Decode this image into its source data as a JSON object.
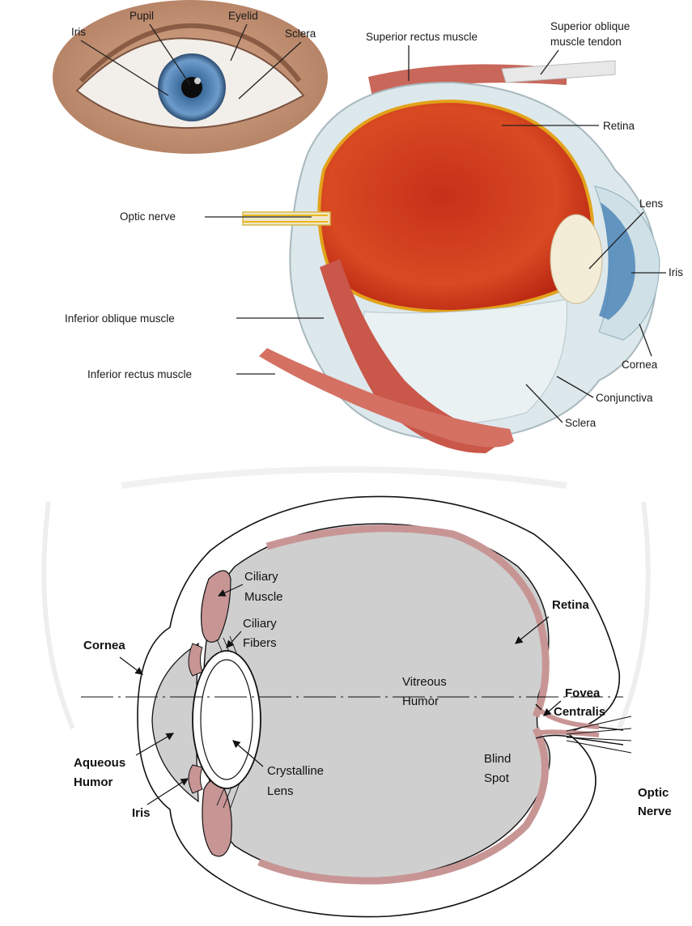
{
  "colors": {
    "eyeball_red": "#d4361c",
    "sclera_white": "#e4ecef",
    "muscle_red": "#c95a4a",
    "iris_blue": "#4f86b8",
    "humor_gray": "#cfcfcf",
    "retina_pink": "#c99a9a",
    "outline": "#111111"
  },
  "top_illustration": {
    "closeup_labels": {
      "iris": "Iris",
      "pupil": "Pupil",
      "eyelid": "Eyelid",
      "sclera": "Sclera"
    },
    "cutaway_labels": {
      "superior_rectus": "Superior rectus muscle",
      "superior_oblique_1": "Superior oblique",
      "superior_oblique_2": "muscle tendon",
      "retina": "Retina",
      "optic_nerve": "Optic nerve",
      "lens": "Lens",
      "iris": "Iris",
      "inferior_oblique": "Inferior oblique muscle",
      "inferior_rectus": "Inferior rectus muscle",
      "cornea": "Cornea",
      "conjunctiva": "Conjunctiva",
      "sclera": "Sclera"
    }
  },
  "bottom_diagram": {
    "labels": {
      "ciliary_muscle_1": "Ciliary",
      "ciliary_muscle_2": "Muscle",
      "ciliary_fibers_1": "Ciliary",
      "ciliary_fibers_2": "Fibers",
      "retina": "Retina",
      "cornea": "Cornea",
      "vitreous_1": "Vitreous",
      "vitreous_2": "Humor",
      "fovea_1": "Fovea",
      "fovea_2": "Centralis",
      "aqueous_1": "Aqueous",
      "aqueous_2": "Humor",
      "crystalline_1": "Crystalline",
      "crystalline_2": "Lens",
      "blind_1": "Blind",
      "blind_2": "Spot",
      "optic_1": "Optic",
      "optic_2": "Nerve",
      "iris": "Iris"
    }
  }
}
